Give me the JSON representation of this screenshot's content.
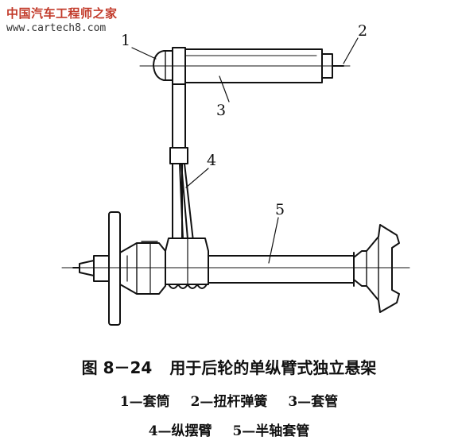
{
  "watermark": {
    "site_name": "中国汽车工程师之家",
    "url": "www.cartech8.com"
  },
  "callouts": [
    "1",
    "2",
    "3",
    "4",
    "5"
  ],
  "caption": {
    "figure_number": "图 8－24",
    "title": "用于后轮的单纵臂式独立悬架"
  },
  "legend": {
    "line1": [
      "1—套筒",
      "2—扭杆弹簧",
      "3—套管"
    ],
    "line2": [
      "4—纵摆臂",
      "5—半轴套管"
    ]
  }
}
